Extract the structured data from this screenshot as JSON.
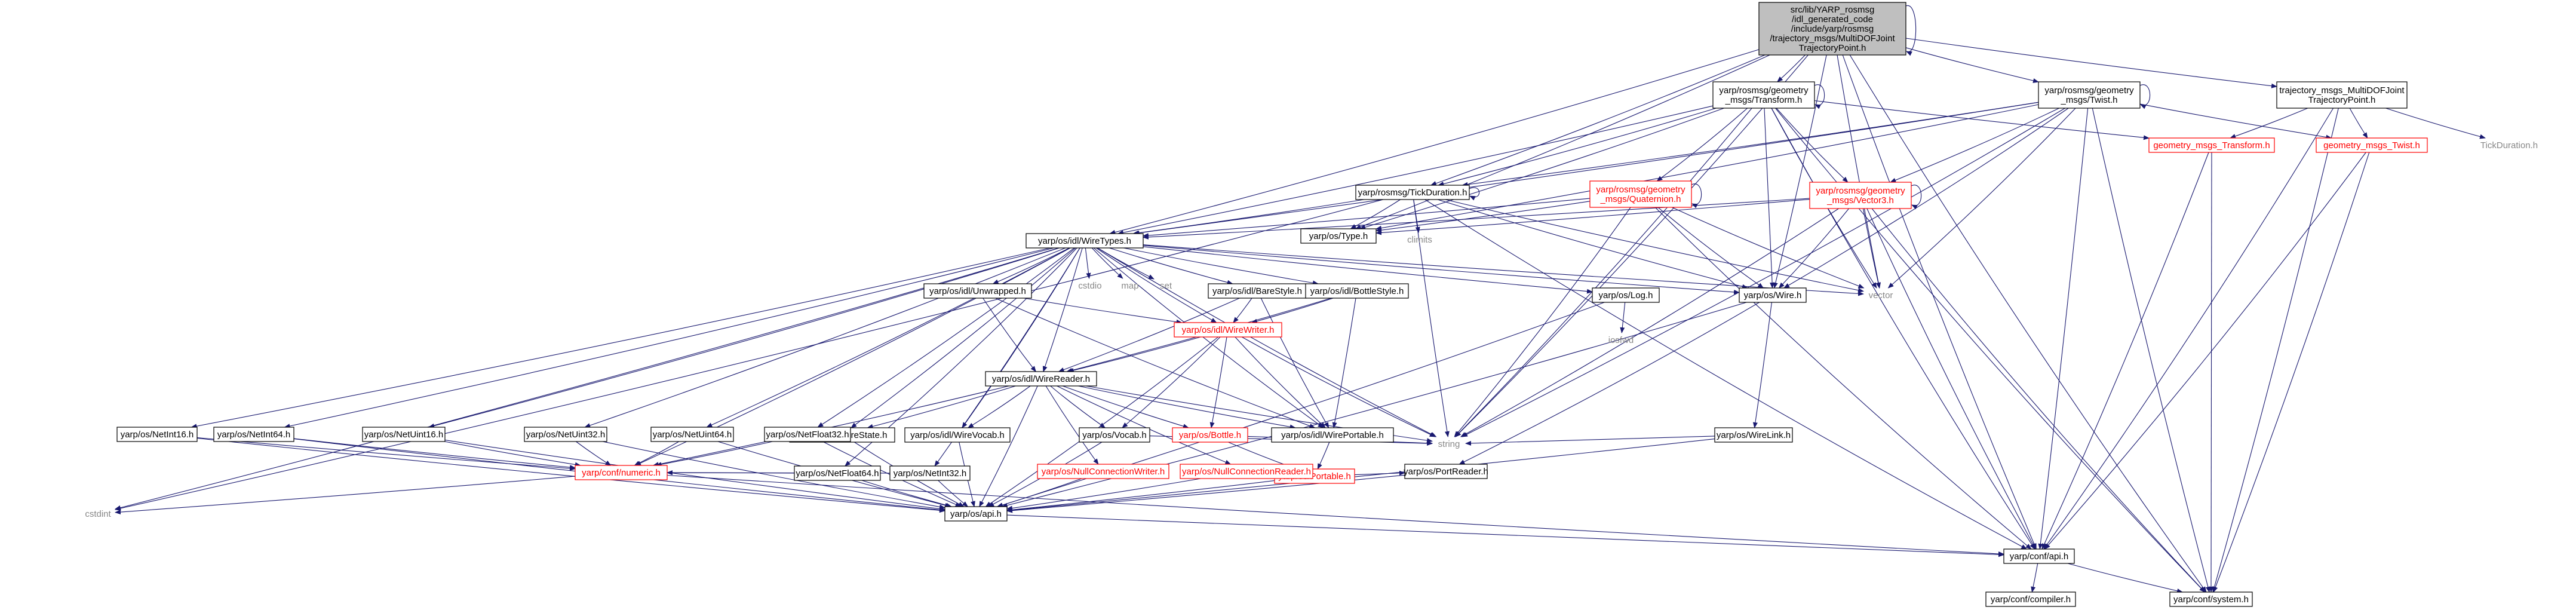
{
  "colors": {
    "edge": "#191970",
    "node_border": "#000000",
    "node_border_red": "#ff0000",
    "root_fill": "#bfbfbf",
    "node_fill": "#ffffff"
  },
  "nodes": [
    {
      "id": "root",
      "lines": [
        "src/lib/YARP_rosmsg",
        "/idl_generated_code",
        "/include/yarp/rosmsg",
        "/trajectory_msgs/MultiDOFJoint",
        "TrajectoryPoint.h"
      ],
      "kind": "root"
    },
    {
      "id": "geometry_transform",
      "lines": [
        "yarp/rosmsg/geometry",
        "_msgs/Transform.h"
      ],
      "kind": "box"
    },
    {
      "id": "geometry_twist",
      "lines": [
        "yarp/rosmsg/geometry",
        "_msgs/Twist.h"
      ],
      "kind": "box"
    },
    {
      "id": "trajectory_msgs_point",
      "lines": [
        "trajectory_msgs_MultiDOFJoint",
        "TrajectoryPoint.h"
      ],
      "kind": "box"
    },
    {
      "id": "tickduration",
      "lines": [
        "yarp/rosmsg/TickDuration.h"
      ],
      "kind": "box"
    },
    {
      "id": "quaternion",
      "lines": [
        "yarp/rosmsg/geometry",
        "_msgs/Quaternion.h"
      ],
      "kind": "red"
    },
    {
      "id": "vector3",
      "lines": [
        "yarp/rosmsg/geometry",
        "_msgs/Vector3.h"
      ],
      "kind": "red"
    },
    {
      "id": "geo_transform_h",
      "lines": [
        "geometry_msgs_Transform.h"
      ],
      "kind": "red"
    },
    {
      "id": "geo_twist_h",
      "lines": [
        "geometry_msgs_Twist.h"
      ],
      "kind": "red"
    },
    {
      "id": "tickduration_plain",
      "lines": [
        "TickDuration.h"
      ],
      "kind": "grey"
    },
    {
      "id": "climits",
      "lines": [
        "climits"
      ],
      "kind": "grey"
    },
    {
      "id": "os_type",
      "lines": [
        "yarp/os/Type.h"
      ],
      "kind": "box"
    },
    {
      "id": "wiretypes",
      "lines": [
        "yarp/os/idl/WireTypes.h"
      ],
      "kind": "box"
    },
    {
      "id": "cstdio",
      "lines": [
        "cstdio"
      ],
      "kind": "grey"
    },
    {
      "id": "map",
      "lines": [
        "map"
      ],
      "kind": "grey"
    },
    {
      "id": "set",
      "lines": [
        "set"
      ],
      "kind": "grey"
    },
    {
      "id": "unwrapped",
      "lines": [
        "yarp/os/idl/Unwrapped.h"
      ],
      "kind": "box"
    },
    {
      "id": "barestyle",
      "lines": [
        "yarp/os/idl/BareStyle.h"
      ],
      "kind": "box"
    },
    {
      "id": "bottlestyle",
      "lines": [
        "yarp/os/idl/BottleStyle.h"
      ],
      "kind": "box"
    },
    {
      "id": "os_log",
      "lines": [
        "yarp/os/Log.h"
      ],
      "kind": "box"
    },
    {
      "id": "os_wire",
      "lines": [
        "yarp/os/Wire.h"
      ],
      "kind": "box"
    },
    {
      "id": "vector",
      "lines": [
        "vector"
      ],
      "kind": "grey"
    },
    {
      "id": "iosfwd",
      "lines": [
        "iosfwd"
      ],
      "kind": "grey"
    },
    {
      "id": "wirewriter",
      "lines": [
        "yarp/os/idl/WireWriter.h"
      ],
      "kind": "red"
    },
    {
      "id": "wirereader",
      "lines": [
        "yarp/os/idl/WireReader.h"
      ],
      "kind": "box"
    },
    {
      "id": "wirestate",
      "lines": [
        "yarp/os/idl/WireState.h"
      ],
      "kind": "box"
    },
    {
      "id": "wirevocab",
      "lines": [
        "yarp/os/idl/WireVocab.h"
      ],
      "kind": "box"
    },
    {
      "id": "os_vocab",
      "lines": [
        "yarp/os/Vocab.h"
      ],
      "kind": "box"
    },
    {
      "id": "os_bottle",
      "lines": [
        "yarp/os/Bottle.h"
      ],
      "kind": "red"
    },
    {
      "id": "wireportable",
      "lines": [
        "yarp/os/idl/WirePortable.h"
      ],
      "kind": "box"
    },
    {
      "id": "wirelink",
      "lines": [
        "yarp/os/WireLink.h"
      ],
      "kind": "box"
    },
    {
      "id": "string",
      "lines": [
        "string"
      ],
      "kind": "grey"
    },
    {
      "id": "netint16",
      "lines": [
        "yarp/os/NetInt16.h"
      ],
      "kind": "box"
    },
    {
      "id": "netint64",
      "lines": [
        "yarp/os/NetInt64.h"
      ],
      "kind": "box"
    },
    {
      "id": "netuint16",
      "lines": [
        "yarp/os/NetUint16.h"
      ],
      "kind": "box"
    },
    {
      "id": "netuint32",
      "lines": [
        "yarp/os/NetUint32.h"
      ],
      "kind": "box"
    },
    {
      "id": "netuint64",
      "lines": [
        "yarp/os/NetUint64.h"
      ],
      "kind": "box"
    },
    {
      "id": "netfloat32",
      "lines": [
        "yarp/os/NetFloat32.h"
      ],
      "kind": "box"
    },
    {
      "id": "netfloat64",
      "lines": [
        "yarp/os/NetFloat64.h"
      ],
      "kind": "box"
    },
    {
      "id": "netint32",
      "lines": [
        "yarp/os/NetInt32.h"
      ],
      "kind": "box"
    },
    {
      "id": "os_portable",
      "lines": [
        "yarp/os/Portable.h"
      ],
      "kind": "red"
    },
    {
      "id": "numeric",
      "lines": [
        "yarp/conf/numeric.h"
      ],
      "kind": "red"
    },
    {
      "id": "nullconnwriter",
      "lines": [
        "yarp/os/NullConnectionWriter.h"
      ],
      "kind": "red"
    },
    {
      "id": "nullconnreader",
      "lines": [
        "yarp/os/NullConnectionReader.h"
      ],
      "kind": "red"
    },
    {
      "id": "portreader",
      "lines": [
        "yarp/os/PortReader.h"
      ],
      "kind": "box"
    },
    {
      "id": "cstdint",
      "lines": [
        "cstdint"
      ],
      "kind": "grey"
    },
    {
      "id": "os_api",
      "lines": [
        "yarp/os/api.h"
      ],
      "kind": "box"
    },
    {
      "id": "conf_api",
      "lines": [
        "yarp/conf/api.h"
      ],
      "kind": "box"
    },
    {
      "id": "conf_compiler",
      "lines": [
        "yarp/conf/compiler.h"
      ],
      "kind": "box"
    },
    {
      "id": "conf_system",
      "lines": [
        "yarp/conf/system.h"
      ],
      "kind": "box"
    }
  ],
  "edges": [
    [
      "root",
      "geometry_transform"
    ],
    [
      "root",
      "geometry_twist"
    ],
    [
      "root",
      "trajectory_msgs_point"
    ],
    [
      "root",
      "tickduration"
    ],
    [
      "root",
      "wiretypes"
    ],
    [
      "root",
      "os_wire"
    ],
    [
      "root",
      "vector"
    ],
    [
      "root",
      "string"
    ],
    [
      "root",
      "conf_api"
    ],
    [
      "root",
      "conf_system"
    ],
    [
      "root",
      "os_type"
    ],
    [
      "root",
      "root"
    ],
    [
      "geometry_transform",
      "quaternion"
    ],
    [
      "geometry_transform",
      "vector3"
    ],
    [
      "geometry_transform",
      "geo_transform_h"
    ],
    [
      "geometry_transform",
      "tickduration"
    ],
    [
      "geometry_transform",
      "os_type"
    ],
    [
      "geometry_transform",
      "wiretypes"
    ],
    [
      "geometry_transform",
      "os_wire"
    ],
    [
      "geometry_transform",
      "vector"
    ],
    [
      "geometry_transform",
      "string"
    ],
    [
      "geometry_transform",
      "conf_api"
    ],
    [
      "geometry_transform",
      "conf_system"
    ],
    [
      "geometry_transform",
      "geometry_transform"
    ],
    [
      "geometry_twist",
      "vector3"
    ],
    [
      "geometry_twist",
      "geo_twist_h"
    ],
    [
      "geometry_twist",
      "tickduration"
    ],
    [
      "geometry_twist",
      "os_type"
    ],
    [
      "geometry_twist",
      "wiretypes"
    ],
    [
      "geometry_twist",
      "os_wire"
    ],
    [
      "geometry_twist",
      "vector"
    ],
    [
      "geometry_twist",
      "string"
    ],
    [
      "geometry_twist",
      "conf_api"
    ],
    [
      "geometry_twist",
      "conf_system"
    ],
    [
      "geometry_twist",
      "geometry_twist"
    ],
    [
      "trajectory_msgs_point",
      "geo_transform_h"
    ],
    [
      "trajectory_msgs_point",
      "geo_twist_h"
    ],
    [
      "trajectory_msgs_point",
      "tickduration_plain"
    ],
    [
      "trajectory_msgs_point",
      "conf_api"
    ],
    [
      "trajectory_msgs_point",
      "conf_system"
    ],
    [
      "tickduration",
      "climits"
    ],
    [
      "tickduration",
      "os_type"
    ],
    [
      "tickduration",
      "wiretypes"
    ],
    [
      "tickduration",
      "os_wire"
    ],
    [
      "tickduration",
      "vector"
    ],
    [
      "tickduration",
      "string"
    ],
    [
      "tickduration",
      "conf_api"
    ],
    [
      "tickduration",
      "tickduration"
    ],
    [
      "tickduration",
      "cstdint"
    ],
    [
      "quaternion",
      "os_type"
    ],
    [
      "quaternion",
      "wiretypes"
    ],
    [
      "quaternion",
      "os_wire"
    ],
    [
      "quaternion",
      "vector"
    ],
    [
      "quaternion",
      "string"
    ],
    [
      "quaternion",
      "conf_api"
    ],
    [
      "quaternion",
      "quaternion"
    ],
    [
      "vector3",
      "os_type"
    ],
    [
      "vector3",
      "wiretypes"
    ],
    [
      "vector3",
      "os_wire"
    ],
    [
      "vector3",
      "vector"
    ],
    [
      "vector3",
      "string"
    ],
    [
      "vector3",
      "conf_api"
    ],
    [
      "vector3",
      "conf_system"
    ],
    [
      "vector3",
      "vector3"
    ],
    [
      "geo_transform_h",
      "conf_api"
    ],
    [
      "geo_transform_h",
      "conf_system"
    ],
    [
      "geo_twist_h",
      "conf_api"
    ],
    [
      "geo_twist_h",
      "conf_system"
    ],
    [
      "wiretypes",
      "cstdio"
    ],
    [
      "wiretypes",
      "map"
    ],
    [
      "wiretypes",
      "set"
    ],
    [
      "wiretypes",
      "unwrapped"
    ],
    [
      "wiretypes",
      "barestyle"
    ],
    [
      "wiretypes",
      "bottlestyle"
    ],
    [
      "wiretypes",
      "os_log"
    ],
    [
      "wiretypes",
      "os_wire"
    ],
    [
      "wiretypes",
      "vector"
    ],
    [
      "wiretypes",
      "wirewriter"
    ],
    [
      "wiretypes",
      "wirereader"
    ],
    [
      "wiretypes",
      "wirestate"
    ],
    [
      "wiretypes",
      "wirevocab"
    ],
    [
      "wiretypes",
      "wireportable"
    ],
    [
      "wiretypes",
      "string"
    ],
    [
      "wiretypes",
      "cstdint"
    ],
    [
      "wiretypes",
      "netint16"
    ],
    [
      "wiretypes",
      "netint64"
    ],
    [
      "wiretypes",
      "netuint16"
    ],
    [
      "wiretypes",
      "netuint32"
    ],
    [
      "wiretypes",
      "netuint64"
    ],
    [
      "wiretypes",
      "netfloat32"
    ],
    [
      "wiretypes",
      "netfloat64"
    ],
    [
      "wiretypes",
      "netint32"
    ],
    [
      "wiretypes",
      "numeric"
    ],
    [
      "unwrapped",
      "wirewriter"
    ],
    [
      "unwrapped",
      "wirereader"
    ],
    [
      "unwrapped",
      "wireportable"
    ],
    [
      "barestyle",
      "wirewriter"
    ],
    [
      "barestyle",
      "wirereader"
    ],
    [
      "barestyle",
      "wireportable"
    ],
    [
      "bottlestyle",
      "wirewriter"
    ],
    [
      "bottlestyle",
      "wirereader"
    ],
    [
      "bottlestyle",
      "wireportable"
    ],
    [
      "os_log",
      "iosfwd"
    ],
    [
      "os_log",
      "os_api"
    ],
    [
      "os_wire",
      "wirelink"
    ],
    [
      "os_wire",
      "portreader"
    ],
    [
      "os_wire",
      "os_api"
    ],
    [
      "wirewriter",
      "wirereader"
    ],
    [
      "wirewriter",
      "os_vocab"
    ],
    [
      "wirewriter",
      "os_bottle"
    ],
    [
      "wirewriter",
      "wireportable"
    ],
    [
      "wirewriter",
      "string"
    ],
    [
      "wirewriter",
      "os_api"
    ],
    [
      "wirereader",
      "wirestate"
    ],
    [
      "wirereader",
      "wirevocab"
    ],
    [
      "wirereader",
      "os_vocab"
    ],
    [
      "wirereader",
      "os_bottle"
    ],
    [
      "wirereader",
      "wireportable"
    ],
    [
      "wirereader",
      "nullconnwriter"
    ],
    [
      "wirereader",
      "nullconnreader"
    ],
    [
      "wirereader",
      "string"
    ],
    [
      "wirereader",
      "numeric"
    ],
    [
      "wirereader",
      "os_api"
    ],
    [
      "wirestate",
      "os_api"
    ],
    [
      "wirevocab",
      "os_api"
    ],
    [
      "os_vocab",
      "os_api"
    ],
    [
      "os_vocab",
      "string"
    ],
    [
      "os_bottle",
      "os_portable"
    ],
    [
      "os_bottle",
      "string"
    ],
    [
      "wireportable",
      "os_portable"
    ],
    [
      "wirelink",
      "string"
    ],
    [
      "wirelink",
      "os_api"
    ],
    [
      "os_portable",
      "portreader"
    ],
    [
      "os_portable",
      "os_api"
    ],
    [
      "netint16",
      "numeric"
    ],
    [
      "netint16",
      "os_api"
    ],
    [
      "netint64",
      "numeric"
    ],
    [
      "netint64",
      "os_api"
    ],
    [
      "netuint16",
      "numeric"
    ],
    [
      "netuint16",
      "os_api"
    ],
    [
      "netuint32",
      "numeric"
    ],
    [
      "netuint32",
      "os_api"
    ],
    [
      "netuint64",
      "numeric"
    ],
    [
      "netuint64",
      "os_api"
    ],
    [
      "netfloat32",
      "numeric"
    ],
    [
      "netfloat32",
      "os_api"
    ],
    [
      "netfloat64",
      "numeric"
    ],
    [
      "netfloat64",
      "os_api"
    ],
    [
      "netint32",
      "numeric"
    ],
    [
      "netint32",
      "os_api"
    ],
    [
      "nullconnwriter",
      "os_api"
    ],
    [
      "nullconnreader",
      "os_api"
    ],
    [
      "portreader",
      "os_api"
    ],
    [
      "numeric",
      "cstdint"
    ],
    [
      "numeric",
      "conf_api"
    ],
    [
      "os_api",
      "conf_api"
    ],
    [
      "conf_api",
      "conf_compiler"
    ],
    [
      "conf_api",
      "conf_system"
    ]
  ]
}
